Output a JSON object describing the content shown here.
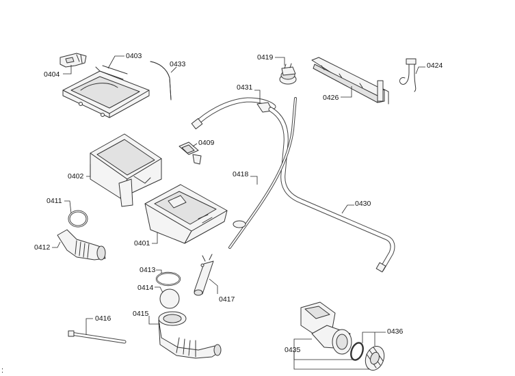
{
  "corner_text": ":",
  "labels": {
    "p0404": "0404",
    "p0403": "0403",
    "p0433": "0433",
    "p0419": "0419",
    "p0431": "0431",
    "p0424": "0424",
    "p0426": "0426",
    "p0409": "0409",
    "p0402": "0402",
    "p0418": "0418",
    "p0430": "0430",
    "p0411": "0411",
    "p0412": "0412",
    "p0401": "0401",
    "p0413": "0413",
    "p0414": "0414",
    "p0417": "0417",
    "p0415": "0415",
    "p0416": "0416",
    "p0435": "0435",
    "p0436": "0436"
  }
}
